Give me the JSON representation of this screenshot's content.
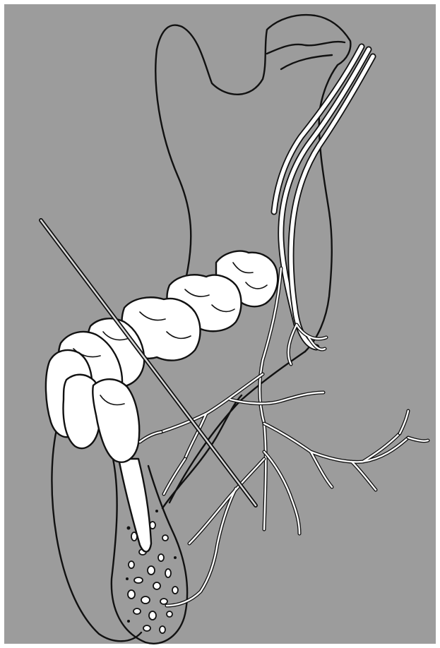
{
  "figure": {
    "background": "#9c9c9c",
    "border": "#ffffff",
    "ink": "#111111",
    "nerve_fill": "#ffffff",
    "needle_fill": "#d9d9d9",
    "icons": [
      "mandible-outline",
      "teeth-row",
      "nerve-bundle",
      "nerve-branches",
      "injection-needle",
      "cancellous-bone"
    ]
  }
}
